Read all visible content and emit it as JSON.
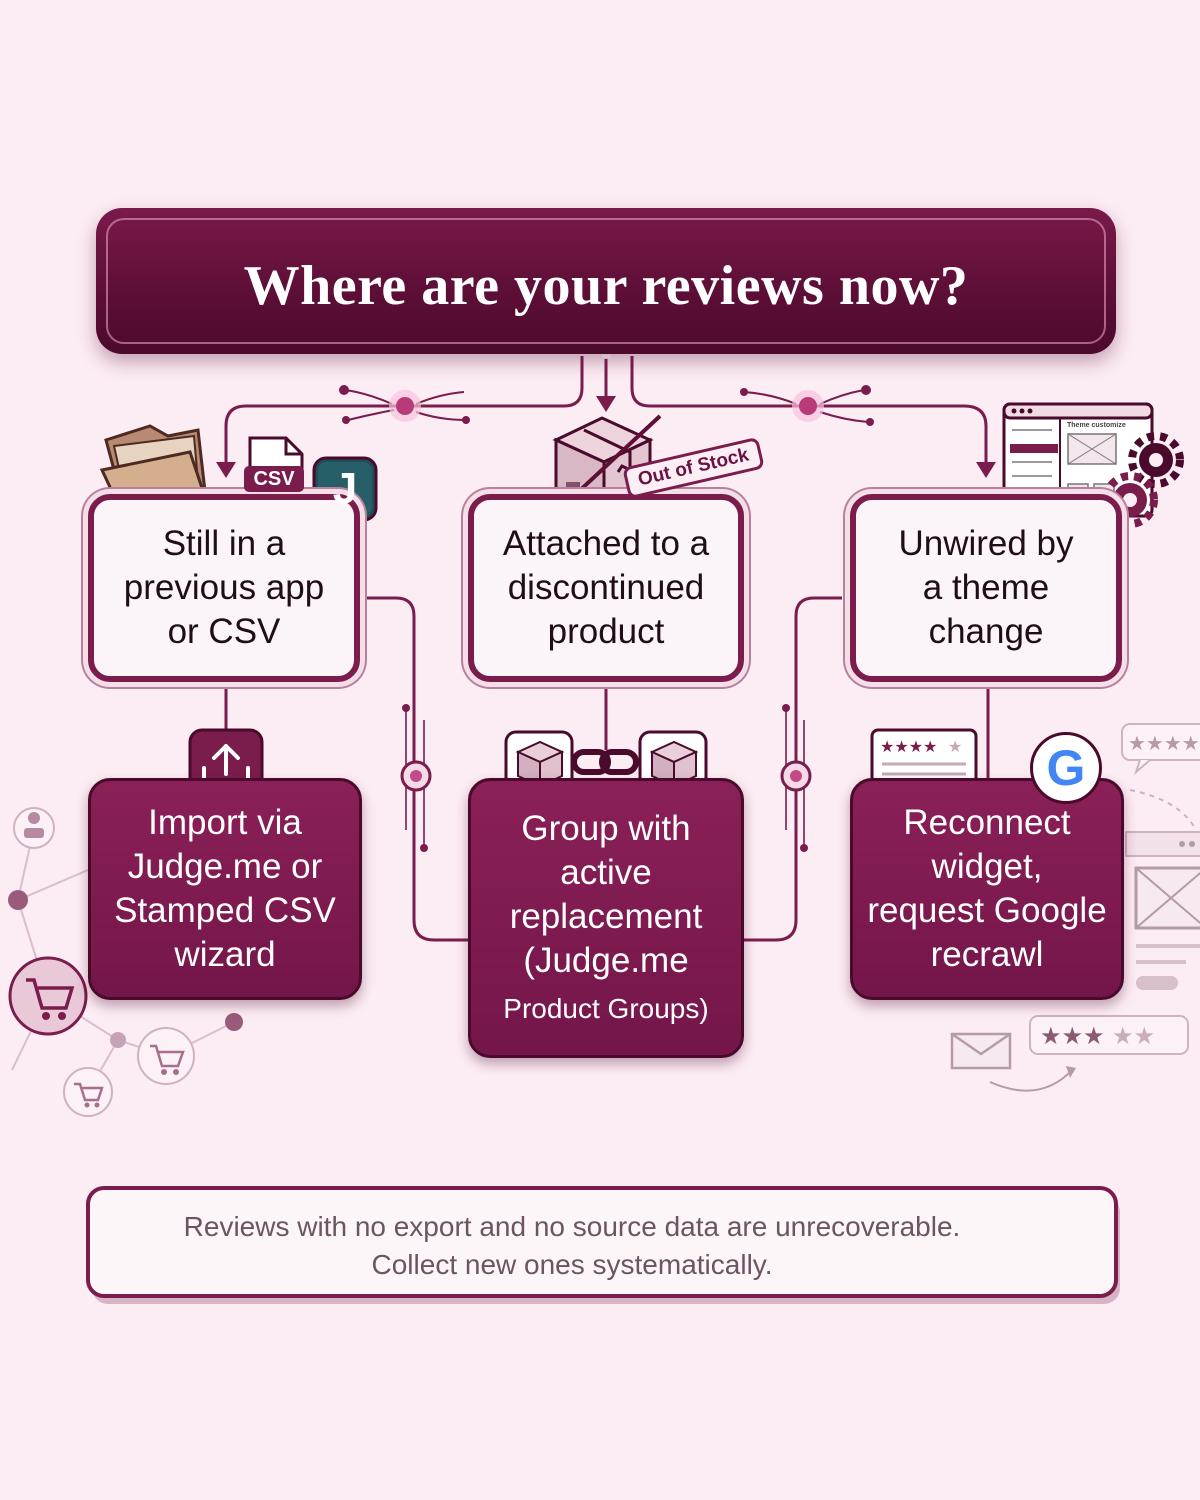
{
  "title": "Where are your reviews now?",
  "sources": [
    {
      "lines": [
        "Still in a",
        "previous app",
        "or CSV"
      ]
    },
    {
      "lines": [
        "Attached to a",
        "discontinued",
        "product"
      ]
    },
    {
      "lines": [
        "Unwired by",
        "a theme",
        "change"
      ]
    }
  ],
  "actions": [
    {
      "lines": [
        "Import via",
        "Judge.me or",
        "Stamped CSV",
        "wizard"
      ]
    },
    {
      "lines": [
        "Group with",
        "active",
        "replacement",
        "(Judge.me"
      ],
      "small": "Product Groups)"
    },
    {
      "lines": [
        "Reconnect",
        "widget,",
        "request Google",
        "recrawl"
      ]
    }
  ],
  "footer": {
    "lines": [
      "Reviews with no export and no source data are unrecoverable.",
      "Collect new ones systematically."
    ]
  },
  "badges": {
    "csv": "CSV",
    "judgeme_logo": "J",
    "out_of_stock": "Out of Stock",
    "theme_window": "Theme customize",
    "google_logo": "G"
  },
  "icons": [
    "folder-icon",
    "csv-file-icon",
    "judgeme-logo-icon",
    "box-icon",
    "theme-window-icon",
    "gear-icon",
    "upload-icon",
    "chain-link-icon",
    "review-card-icon",
    "google-logo-icon",
    "cart-icon",
    "star-icon",
    "envelope-icon",
    "broken-link-icon"
  ],
  "colors": {
    "background": "#fcecf3",
    "primary": "#7a1d4c",
    "dark": "#4c0a2c",
    "accent_light": "#f4aad2"
  }
}
